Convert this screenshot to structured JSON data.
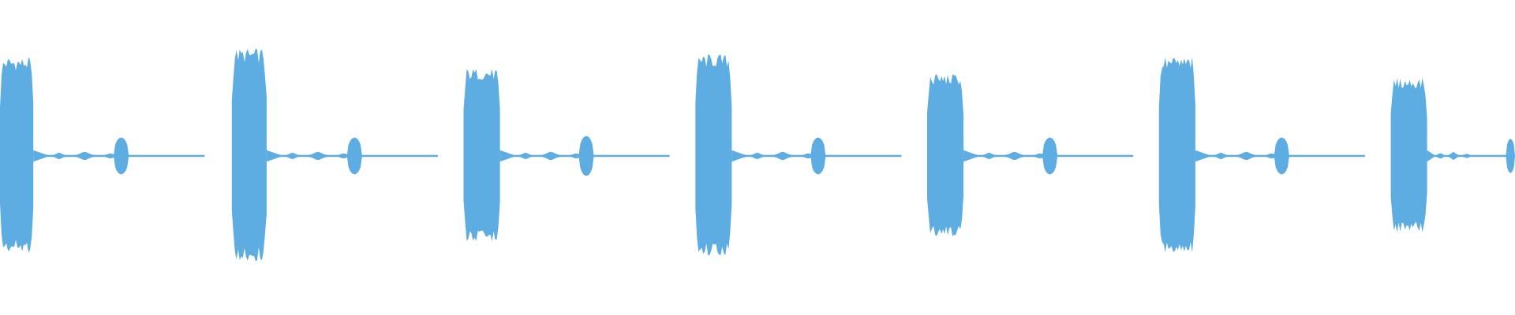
{
  "waveform": {
    "color": "#5DADE2",
    "background": "#FFFFFF",
    "segment_count": 7,
    "segments": [
      {
        "bursts": [
          {
            "start": 0.0,
            "end": 0.022,
            "amplitude": 0.7,
            "envelope": "jagged"
          },
          {
            "start": 0.075,
            "end": 0.085,
            "amplitude": 0.13,
            "envelope": "rounded"
          }
        ],
        "dots": [
          0.115
        ]
      },
      {
        "bursts": [
          {
            "start": 0.153,
            "end": 0.176,
            "amplitude": 0.76,
            "envelope": "jagged"
          },
          {
            "start": 0.229,
            "end": 0.239,
            "amplitude": 0.13,
            "envelope": "rounded"
          }
        ],
        "dots": [
          0.268,
          0.273
        ]
      },
      {
        "bursts": [
          {
            "start": 0.306,
            "end": 0.33,
            "amplitude": 0.62,
            "envelope": "jagged"
          },
          {
            "start": 0.382,
            "end": 0.392,
            "amplitude": 0.14,
            "envelope": "rounded"
          }
        ],
        "dots": []
      },
      {
        "bursts": [
          {
            "start": 0.459,
            "end": 0.483,
            "amplitude": 0.72,
            "envelope": "jagged"
          },
          {
            "start": 0.535,
            "end": 0.545,
            "amplitude": 0.13,
            "envelope": "rounded"
          }
        ],
        "dots": [
          0.573,
          0.578
        ]
      },
      {
        "bursts": [
          {
            "start": 0.612,
            "end": 0.636,
            "amplitude": 0.58,
            "envelope": "jagged"
          },
          {
            "start": 0.688,
            "end": 0.698,
            "amplitude": 0.13,
            "envelope": "rounded"
          }
        ],
        "dots": []
      },
      {
        "bursts": [
          {
            "start": 0.765,
            "end": 0.789,
            "amplitude": 0.7,
            "envelope": "jagged"
          },
          {
            "start": 0.841,
            "end": 0.851,
            "amplitude": 0.13,
            "envelope": "rounded"
          }
        ],
        "dots": [
          0.88,
          0.886
        ]
      },
      {
        "bursts": [
          {
            "start": 0.918,
            "end": 0.942,
            "amplitude": 0.55,
            "envelope": "jagged"
          },
          {
            "start": 0.994,
            "end": 1.0,
            "amplitude": 0.12,
            "envelope": "rounded"
          }
        ],
        "dots": []
      }
    ]
  }
}
